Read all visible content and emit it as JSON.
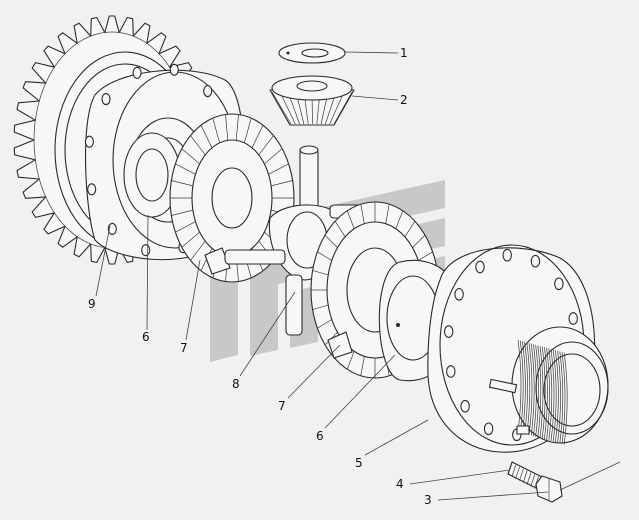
{
  "callouts": [
    {
      "id": "c1",
      "label": "1"
    },
    {
      "id": "c2",
      "label": "2"
    },
    {
      "id": "c9",
      "label": "9"
    },
    {
      "id": "c6a",
      "label": "6"
    },
    {
      "id": "c7a",
      "label": "7"
    },
    {
      "id": "c8",
      "label": "8"
    },
    {
      "id": "c7b",
      "label": "7"
    },
    {
      "id": "c6b",
      "label": "6"
    },
    {
      "id": "c5",
      "label": "5"
    },
    {
      "id": "c4",
      "label": "4"
    },
    {
      "id": "c3",
      "label": "3"
    }
  ],
  "watermark": {
    "color": "#b9bcbd"
  }
}
